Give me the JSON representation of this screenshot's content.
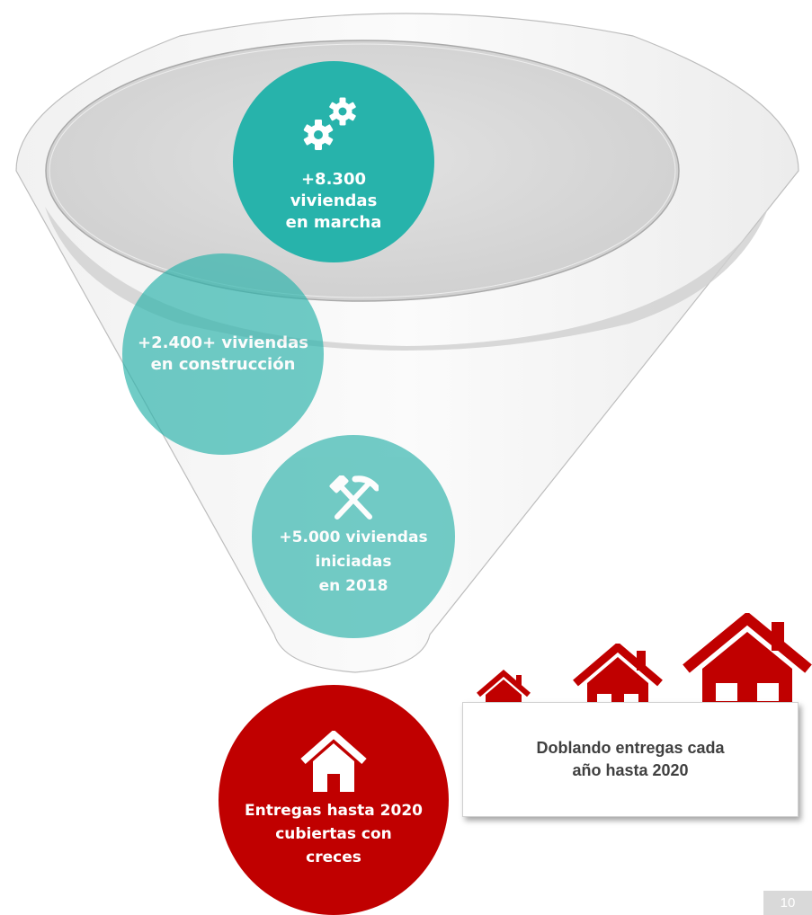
{
  "colors": {
    "teal": "#27b3ab",
    "teal_light": "#76cbc6",
    "red": "#c00000",
    "funnel_edge": "#b8b8b8",
    "caption_text": "#404040"
  },
  "funnel": {
    "stage_top": {
      "icon": "gears-icon",
      "text": "+8.300\nviviendas\nen marcha"
    },
    "stage_middle": {
      "text": "+2.400+ viviendas\nen construcción"
    },
    "stage_bottom": {
      "icon": "hammer-pick-icon",
      "text": "+5.000 viviendas\niniciadas\nen 2018"
    },
    "output": {
      "icon": "house-icon",
      "text": "Entregas hasta 2020\ncubiertas con\ncreces"
    }
  },
  "growth": {
    "icons": [
      "house-icon-small",
      "house-icon-medium",
      "house-icon-large"
    ],
    "caption": "Doblando entregas cada\naño hasta 2020"
  },
  "page_number": "10"
}
